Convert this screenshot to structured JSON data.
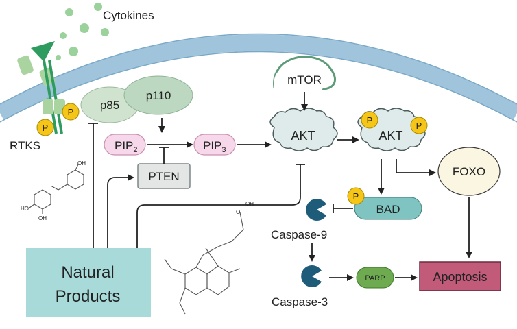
{
  "labels": {
    "cytokines": "Cytokines",
    "rtks": "RTKS",
    "p85": "p85",
    "p110": "p110",
    "pip2": "PIP",
    "pip2_sub": "2",
    "pip3": "PIP",
    "pip3_sub": "3",
    "pten": "PTEN",
    "mtor": "mTOR",
    "akt": "AKT",
    "akt_p": "AKT",
    "foxo": "FOXO",
    "bad": "BAD",
    "caspase9": "Caspase-9",
    "caspase3": "Caspase-3",
    "parp": "PARP",
    "apoptosis": "Apoptosis",
    "natural_products_line1": "Natural",
    "natural_products_line2": "Products",
    "phospho": "P",
    "resveratrol_oh_top": "OH",
    "resveratrol_oh_left": "HO",
    "resveratrol_oh_bottom": "OH",
    "pseudolaric_oh": "OH",
    "pseudolaric_o": "O"
  },
  "colors": {
    "membrane": "#9fc4dc",
    "p85": "#cfe3cf",
    "p110": "#bcd8c0",
    "pip": "#f6d8ea",
    "pip_stroke": "#c98fb2",
    "pten": "#e4e6e6",
    "mtor": "#5c9a78",
    "akt": "#dfeaea",
    "phospho": "#f5c518",
    "bad": "#7fc4c0",
    "caspase": "#1f5c7a",
    "parp": "#6daa50",
    "apoptosis": "#c25b7a",
    "natural_products": "#a7dad8",
    "foxo": "#fbf6e2",
    "receptor": "#2e9c5f"
  }
}
